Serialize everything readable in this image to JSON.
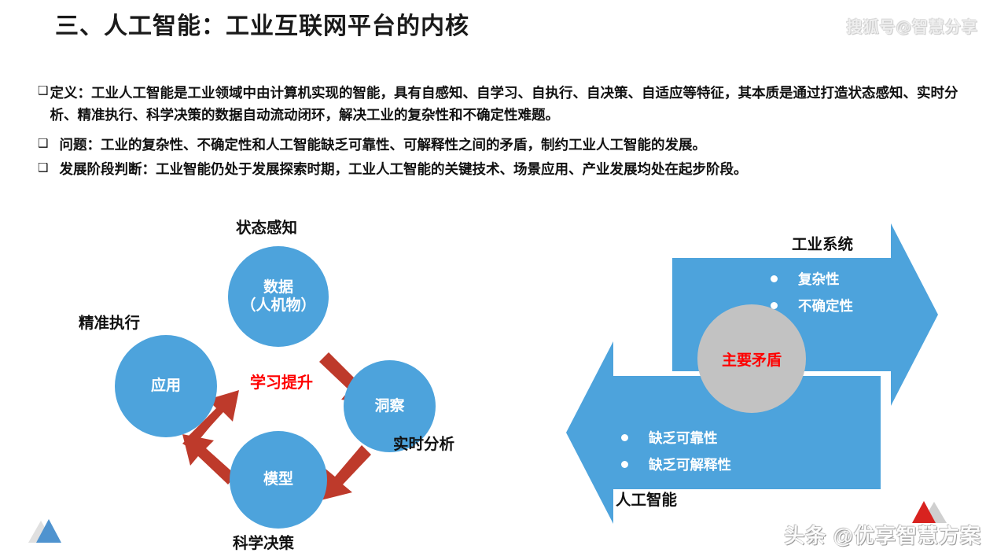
{
  "header": {
    "title": "三、人工智能：工业互联网平台的内核",
    "watermark_top": "搜狐号@智慧分享"
  },
  "body": {
    "bullet_mark": "❑",
    "paragraphs": [
      "定义：工业人工智能是工业领域中由计算机实现的智能，具有自感知、自学习、自执行、自决策、自适应等特征，其本质是通过打造状态感知、实时分析、精准执行、科学决策的数据自动流动闭环，解决工业的复杂性和不确定性难题。",
      "问题：工业的复杂性、不确定性和人工智能缺乏可靠性、可解释性之间的矛盾，制约工业人工智能的发展。",
      "发展阶段判断：工业智能仍处于发展探索时期，工业人工智能的关键技术、场景应用、产业发展均处在起步阶段。"
    ]
  },
  "cycle_diagram": {
    "center_label": "学习提升",
    "nodes": [
      {
        "id": "data",
        "label": "数据\n（人机物）",
        "label_line1": "数据",
        "label_line2": "（人机物）"
      },
      {
        "id": "insight",
        "label": "洞察"
      },
      {
        "id": "model",
        "label": "模型"
      },
      {
        "id": "app",
        "label": "应用"
      }
    ],
    "outer_labels": {
      "top": "状态感知",
      "left": "精准执行",
      "right": "实时分析",
      "bottom": "科学决策"
    },
    "colors": {
      "circle": "#4da3dc",
      "arrow": "#be3a2b",
      "center_text": "#ff0000"
    }
  },
  "contradiction_diagram": {
    "top_arrow": {
      "title": "工业系统",
      "items": [
        "复杂性",
        "不确定性"
      ]
    },
    "bottom_arrow": {
      "title": "人工智能",
      "items": [
        "缺乏可靠性",
        "缺乏可解释性"
      ]
    },
    "center": {
      "label": "主要矛盾"
    },
    "colors": {
      "arrow": "#4da3dc",
      "circle": "#c2c2c2",
      "center_text": "#ff0000"
    }
  },
  "footer": {
    "watermark_bottom": "头条 @优享智慧方案"
  }
}
